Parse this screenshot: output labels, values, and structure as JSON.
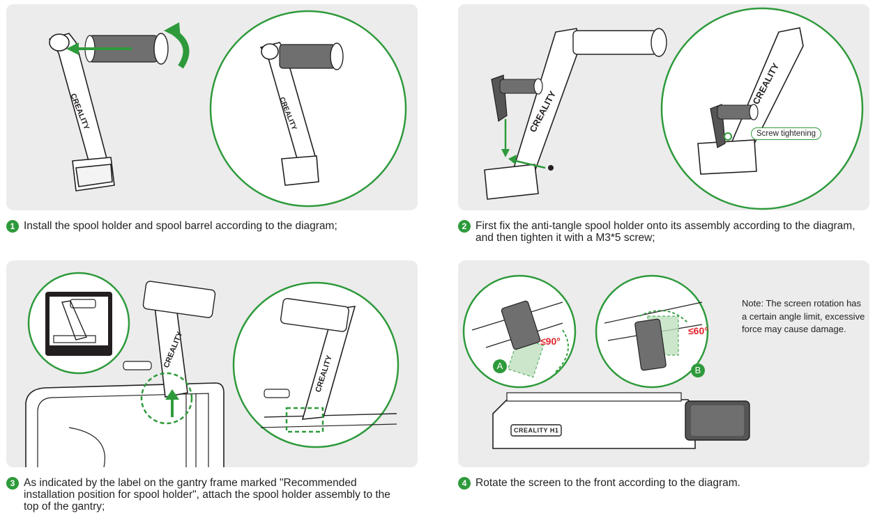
{
  "steps": [
    {
      "num": "1",
      "text": "Install the spool holder and spool barrel according to the diagram;"
    },
    {
      "num": "2",
      "text": "First fix the anti-tangle spool holder onto its assembly according to the diagram, and then tighten it with a M3*5 screw;"
    },
    {
      "num": "3",
      "text": "As indicated by the label on the gantry frame marked \"Recommended installation position for spool holder\", attach the spool holder assembly to the top of the gantry;"
    },
    {
      "num": "4",
      "text": "Rotate the screen to the front according to the diagram."
    }
  ],
  "panel2": {
    "callout": "Screw tightening",
    "brand": "CREALITY"
  },
  "panel1": {
    "brand": "CREALITY"
  },
  "panel3": {
    "brand": "CREALITY"
  },
  "panel4": {
    "note": "Note: The screen rotation has a certain angle limit, excessive force may cause damage.",
    "angle_a": "≤90°",
    "angle_b": "≤60°",
    "letter_a": "A",
    "letter_b": "B",
    "printer_logo": "CREALITY H1"
  },
  "colors": {
    "accent": "#2e9a3b",
    "panel_bg": "#ececec",
    "warning": "#e0222a"
  }
}
